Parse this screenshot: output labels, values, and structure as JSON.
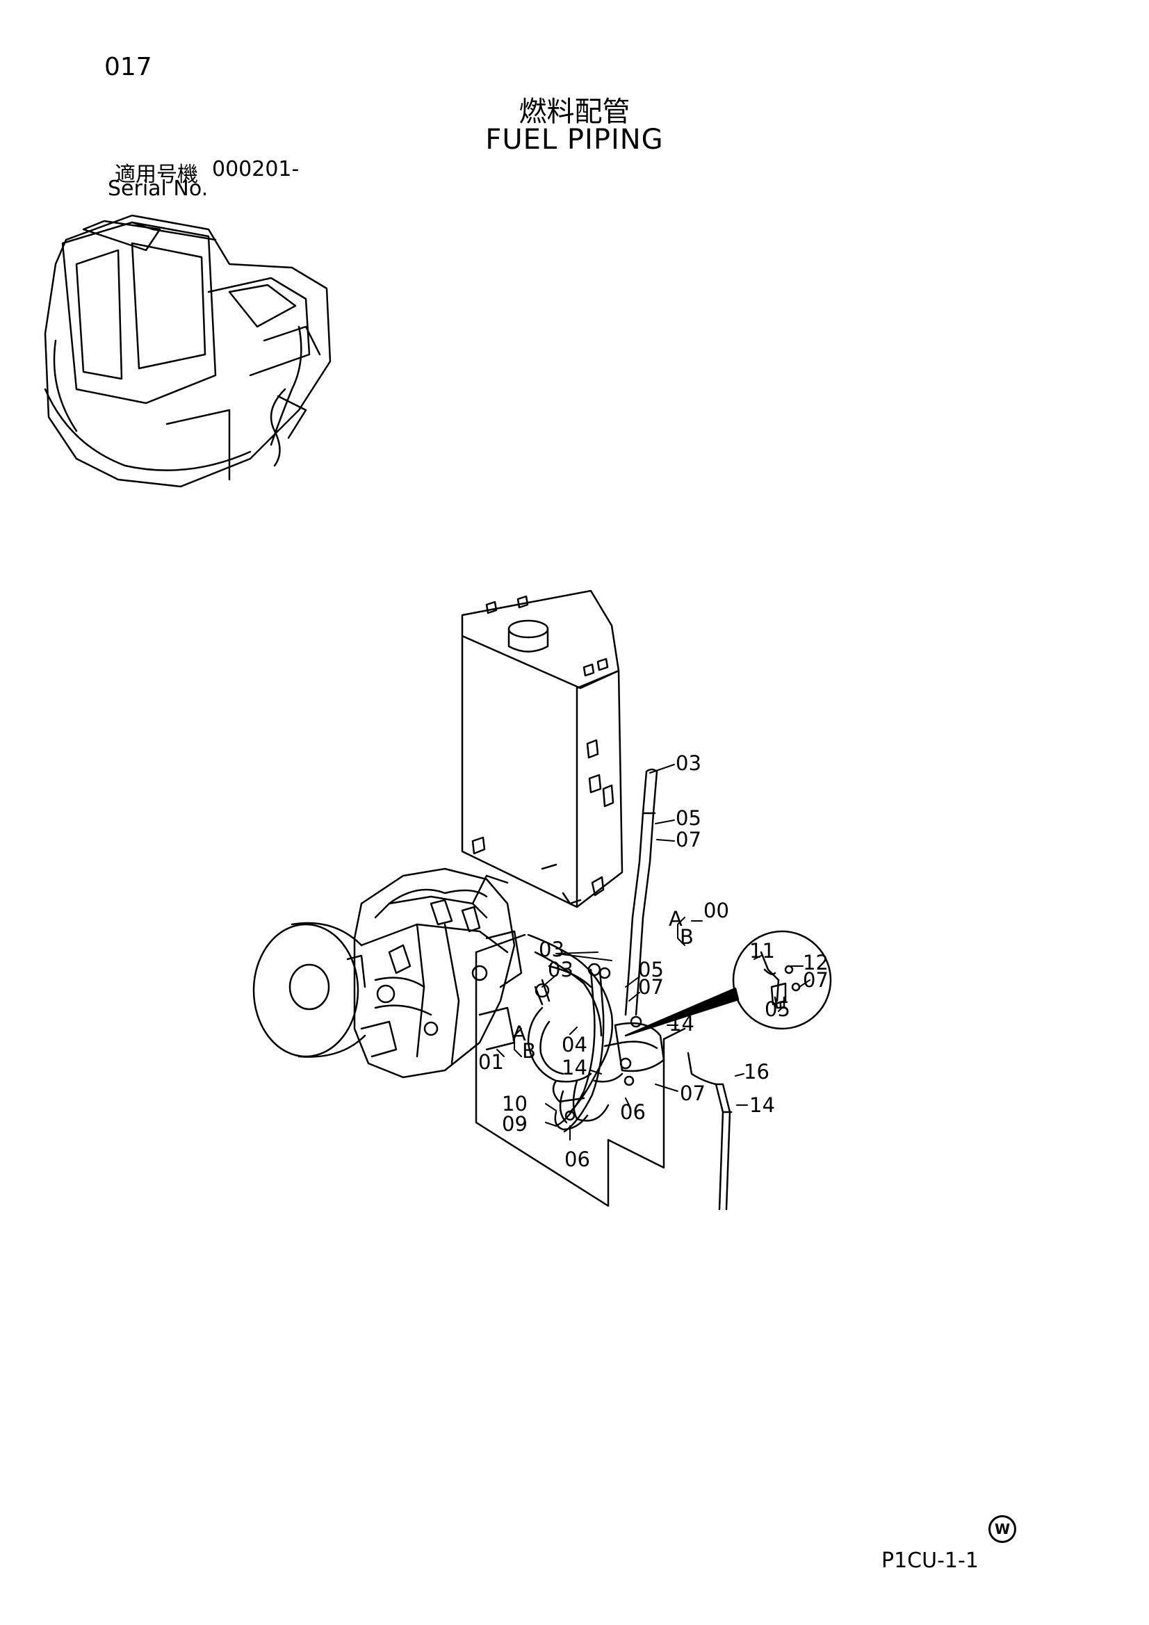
{
  "header": {
    "page_number": "017",
    "title_jp": "燃料配管",
    "title_en": "FUEL PIPING",
    "serial_label_jp": "適用号機",
    "serial_number": "000201-",
    "serial_label_en": "Serial No."
  },
  "callouts": [
    "03",
    "05",
    "07",
    "00",
    "A",
    "B",
    "03",
    "03",
    "05",
    "07",
    "11",
    "12",
    "07",
    "05",
    "14",
    "A",
    "B",
    "01",
    "04",
    "14",
    "16",
    "07",
    "14",
    "10",
    "09",
    "06",
    "06"
  ],
  "footer": {
    "mark": "W",
    "code": "P1CU-1-1"
  }
}
